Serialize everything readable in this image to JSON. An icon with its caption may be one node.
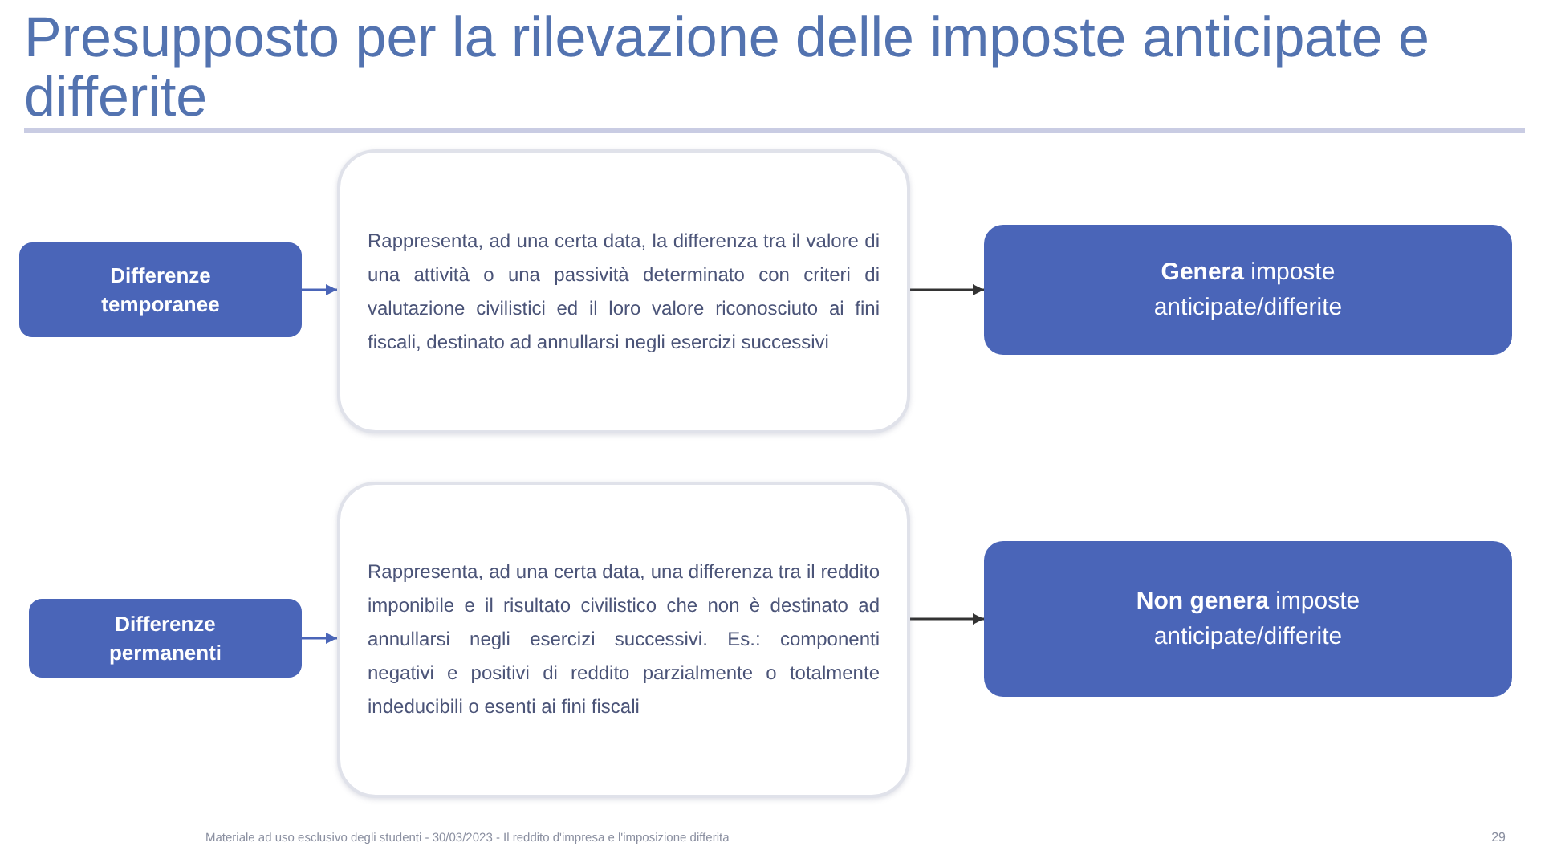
{
  "diagram": {
    "title": "Presupposto per la rilevazione delle imposte anticipate e differite",
    "nodes": [
      {
        "text": [
          "Differenze temporanee"
        ]
      },
      {
        "text": [
          "Rappresenta, ad una certa data, la differenza tra il valore di una attività o una passività determinato con criteri di valutazione civilistici ed il loro valore riconosciuto ai fini fiscali, destinato ad annullarsi negli esercizi successivi"
        ]
      },
      {
        "text": [
          "**Genera** imposte anticipate/differite"
        ]
      },
      {
        "text": [
          "Differenze permanenti"
        ]
      },
      {
        "text": [
          "Rappresenta, ad una certa data, una differenza tra il reddito imponibile e il risultato civilistico che non è destinato ad annullarsi negli esercizi successivi. Es.: componenti negativi e positivi di reddito parzialmente o totalmente indeducibili o esenti ai fini fiscali"
        ]
      },
      {
        "text": [
          "**Non genera** imposte anticipate/differite"
        ]
      }
    ],
    "edges": [
      {
        "from": 0,
        "to": 1,
        "arrow": "to",
        "color": "#4a65b8"
      },
      {
        "from": 1,
        "to": 2,
        "arrow": "to",
        "color": "#333333"
      },
      {
        "from": 3,
        "to": 4,
        "arrow": "to",
        "color": "#4a65b8"
      },
      {
        "from": 4,
        "to": 5,
        "arrow": "to",
        "color": "#333333"
      }
    ],
    "labels": [
      "Materiale ad uso esclusivo degli studenti - 30/03/2023 - Il reddito d'impresa e l'imposizione differita",
      "29"
    ]
  }
}
